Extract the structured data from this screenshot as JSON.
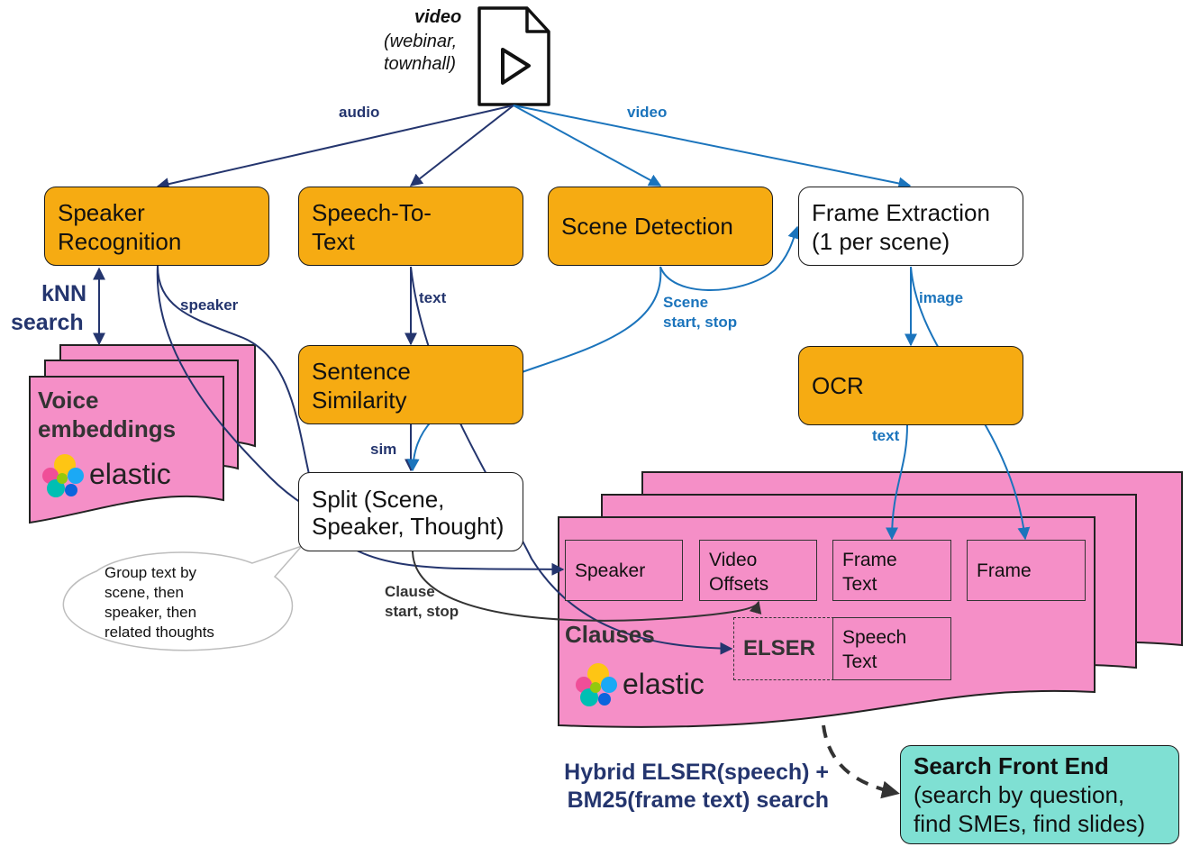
{
  "source": {
    "title": "video",
    "subtitle_line1": "(webinar,",
    "subtitle_line2": "townhall)"
  },
  "edges": {
    "audio": "audio",
    "video": "video",
    "speaker": "speaker",
    "text_stt": "text",
    "scene_line1": "Scene",
    "scene_line2": "start, stop",
    "image": "image",
    "text_ocr": "text",
    "sim": "sim",
    "clause_line1": "Clause",
    "clause_line2": "start, stop",
    "knn_line1": "kNN",
    "knn_line2": "search"
  },
  "nodes": {
    "speaker_recognition": {
      "line1": "Speaker",
      "line2": "Recognition"
    },
    "speech_to_text": {
      "line1": "Speech-To-",
      "line2": "Text"
    },
    "scene_detection": {
      "line1": "Scene Detection"
    },
    "frame_extraction": {
      "line1": "Frame Extraction",
      "line2": "(1 per scene)"
    },
    "sentence_similarity": {
      "line1": "Sentence",
      "line2": "Similarity"
    },
    "ocr": {
      "line1": "OCR"
    },
    "split": {
      "line1": "Split (Scene,",
      "line2": "Speaker, Thought)"
    }
  },
  "callout": {
    "line1": "Group text by",
    "line2": "scene, then",
    "line3": "speaker, then",
    "line4": "related thoughts"
  },
  "voice_store": {
    "line1": "Voice",
    "line2": "embeddings",
    "logo_text": "elastic"
  },
  "clauses_store": {
    "title": "Clauses",
    "logo_text": "elastic",
    "fields": {
      "speaker": {
        "line1": "Speaker"
      },
      "video_offsets": {
        "line1": "Video",
        "line2": "Offsets"
      },
      "frame_text": {
        "line1": "Frame",
        "line2": "Text"
      },
      "frame": {
        "line1": "Frame"
      },
      "elser": {
        "line1": "ELSER"
      },
      "speech_text": {
        "line1": "Speech",
        "line2": "Text"
      }
    }
  },
  "hybrid": {
    "line1": "Hybrid ELSER(speech) +",
    "line2": "BM25(frame text) search"
  },
  "frontend": {
    "title": "Search Front End",
    "line1": "(search by question,",
    "line2": "find SMEs, find slides)"
  },
  "colors": {
    "orange": "#f6ab12",
    "pink": "#f58fc7",
    "teal": "#7fe0d3",
    "dark_navy": "#24356e",
    "blue": "#1b74bc"
  }
}
